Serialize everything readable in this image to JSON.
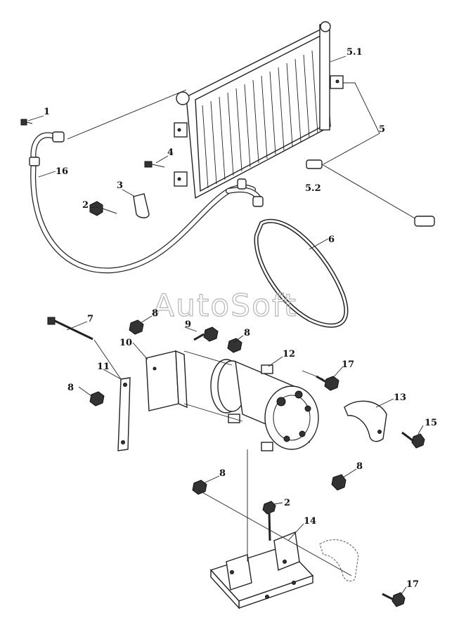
{
  "watermark": "AutoSoft",
  "callouts": [
    {
      "id": "c1",
      "label": "1"
    },
    {
      "id": "c2a",
      "label": "2"
    },
    {
      "id": "c2b",
      "label": "2"
    },
    {
      "id": "c3",
      "label": "3"
    },
    {
      "id": "c4",
      "label": "4"
    },
    {
      "id": "c5",
      "label": "5"
    },
    {
      "id": "c51",
      "label": "5.1"
    },
    {
      "id": "c52",
      "label": "5.2"
    },
    {
      "id": "c6",
      "label": "6"
    },
    {
      "id": "c7",
      "label": "7"
    },
    {
      "id": "c8a",
      "label": "8"
    },
    {
      "id": "c8b",
      "label": "8"
    },
    {
      "id": "c8c",
      "label": "8"
    },
    {
      "id": "c8d",
      "label": "8"
    },
    {
      "id": "c8e",
      "label": "8"
    },
    {
      "id": "c9",
      "label": "9"
    },
    {
      "id": "c10",
      "label": "10"
    },
    {
      "id": "c11",
      "label": "11"
    },
    {
      "id": "c12",
      "label": "12"
    },
    {
      "id": "c13",
      "label": "13"
    },
    {
      "id": "c14",
      "label": "14"
    },
    {
      "id": "c15",
      "label": "15"
    },
    {
      "id": "c16",
      "label": "16"
    },
    {
      "id": "c17a",
      "label": "17"
    },
    {
      "id": "c17b",
      "label": "17"
    }
  ]
}
